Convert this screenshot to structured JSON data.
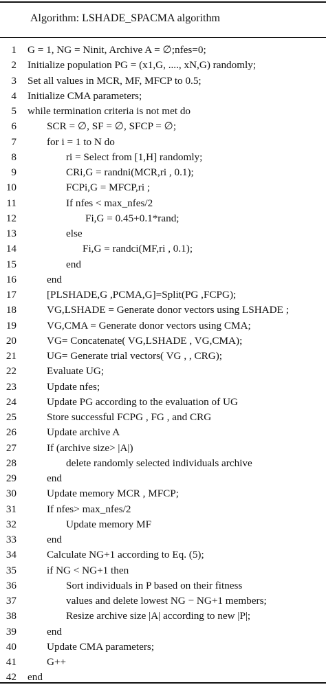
{
  "title": "Algorithm: LSHADE_SPACMA algorithm",
  "lines": [
    {
      "num": "1",
      "text": "G = 1, NG = Ninit, Archive A = ∅;nfes=0;"
    },
    {
      "num": "2",
      "text": "Initialize population PG = (x1,G, ...., xN,G) randomly;"
    },
    {
      "num": "3",
      "text": "Set all values in MCR, MF, MFCP to 0.5;"
    },
    {
      "num": "4",
      "text": "Initialize CMA parameters;"
    },
    {
      "num": "5",
      "text": "while termination criteria is not met do"
    },
    {
      "num": "6",
      "text": "SCR = ∅, SF = ∅, SFCP = ∅;"
    },
    {
      "num": "7",
      "text": "for i = 1 to N do"
    },
    {
      "num": "8",
      "text": "ri = Select from [1,H] randomly;"
    },
    {
      "num": "9",
      "text": "CRi,G = randni(MCR,ri , 0.1);"
    },
    {
      "num": "10",
      "text": "FCPi,G = MFCP,ri ;"
    },
    {
      "num": "11",
      "text": "If nfes <  max_nfes/2"
    },
    {
      "num": "12",
      "text": "Fi,G = 0.45+0.1*rand;"
    },
    {
      "num": "13",
      "text": "else"
    },
    {
      "num": "14",
      "text": "Fi,G = randci(MF,ri , 0.1);"
    },
    {
      "num": "15",
      "text": "end"
    },
    {
      "num": "16",
      "text": "end"
    },
    {
      "num": "17",
      "text": "[PLSHADE,G ,PCMA,G]=Split(PG ,FCPG);"
    },
    {
      "num": "18",
      "text": "VG,LSHADE = Generate donor vectors using LSHADE ;"
    },
    {
      "num": "19",
      "text": "VG,CMA     = Generate donor vectors using CMA;"
    },
    {
      "num": "20",
      "text": "VG= Concatenate( VG,LSHADE , VG,CMA);"
    },
    {
      "num": "21",
      "text": "UG= Generate trial vectors( VG , , CRG);"
    },
    {
      "num": "22",
      "text": "Evaluate UG;"
    },
    {
      "num": "23",
      "text": "Update nfes;"
    },
    {
      "num": "24",
      "text": "Update PG according to the evaluation of UG"
    },
    {
      "num": "25",
      "text": "Store successful FCPG , FG , and CRG"
    },
    {
      "num": "26",
      "text": "Update archive A"
    },
    {
      "num": "27",
      "text": "If (archive size> |A|)"
    },
    {
      "num": "28",
      "text": "delete randomly selected individuals archive"
    },
    {
      "num": "29",
      "text": "end"
    },
    {
      "num": "30",
      "text": "Update memory MCR , MFCP;"
    },
    {
      "num": "31",
      "text": "If nfes>  max_nfes/2"
    },
    {
      "num": "32",
      "text": "Update memory MF"
    },
    {
      "num": "33",
      "text": "end"
    },
    {
      "num": "34",
      "text": "Calculate NG+1 according to Eq. (5);"
    },
    {
      "num": "35",
      "text": "if NG < NG+1 then"
    },
    {
      "num": "36",
      "text": "Sort individuals in P based on their fitness"
    },
    {
      "num": "37",
      "text": "values and delete lowest NG − NG+1 members;"
    },
    {
      "num": "38",
      "text": "Resize archive size |A| according to new |P|;"
    },
    {
      "num": "39",
      "text": "end"
    },
    {
      "num": "40",
      "text": "Update CMA parameters;"
    },
    {
      "num": "41",
      "text": "G++"
    },
    {
      "num": "42",
      "text": "end"
    }
  ]
}
